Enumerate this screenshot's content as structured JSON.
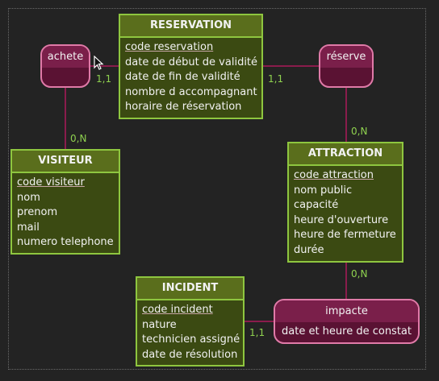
{
  "entities": {
    "reservation": {
      "name": "RESERVATION",
      "key": "code reservation",
      "attrs": [
        "date de début de validité",
        "date de fin de validité",
        "nombre d accompagnant",
        "horaire de réservation"
      ]
    },
    "visiteur": {
      "name": "VISITEUR",
      "key": "code visiteur",
      "attrs": [
        "nom",
        "prenom",
        "mail",
        "numero telephone"
      ]
    },
    "attraction": {
      "name": "ATTRACTION",
      "key": "code attraction",
      "attrs": [
        "nom public",
        "capacité",
        "heure d'ouverture",
        "heure de fermeture",
        "durée"
      ]
    },
    "incident": {
      "name": "INCIDENT",
      "key": "code incident",
      "attrs": [
        "nature",
        "technicien assigné",
        "date de résolution"
      ]
    }
  },
  "associations": {
    "achete": {
      "name": "achete"
    },
    "reserve": {
      "name": "réserve"
    },
    "impacte": {
      "name": "impacte",
      "attr": "date et heure de constat"
    }
  },
  "cardinalities": {
    "achete_reservation": "1,1",
    "achete_visiteur": "0,N",
    "reserve_reservation": "1,1",
    "reserve_attraction": "0,N",
    "impacte_attraction": "0,N",
    "impacte_incident": "1,1"
  },
  "colors": {
    "entity_border": "#8ec63f",
    "entity_fill": "#3b4a12",
    "entity_header": "#5a6e1c",
    "assoc_border": "#e07aa8",
    "assoc_fill": "#5a1233",
    "link": "#8a1c4c",
    "cardinality": "#8fd14f"
  }
}
